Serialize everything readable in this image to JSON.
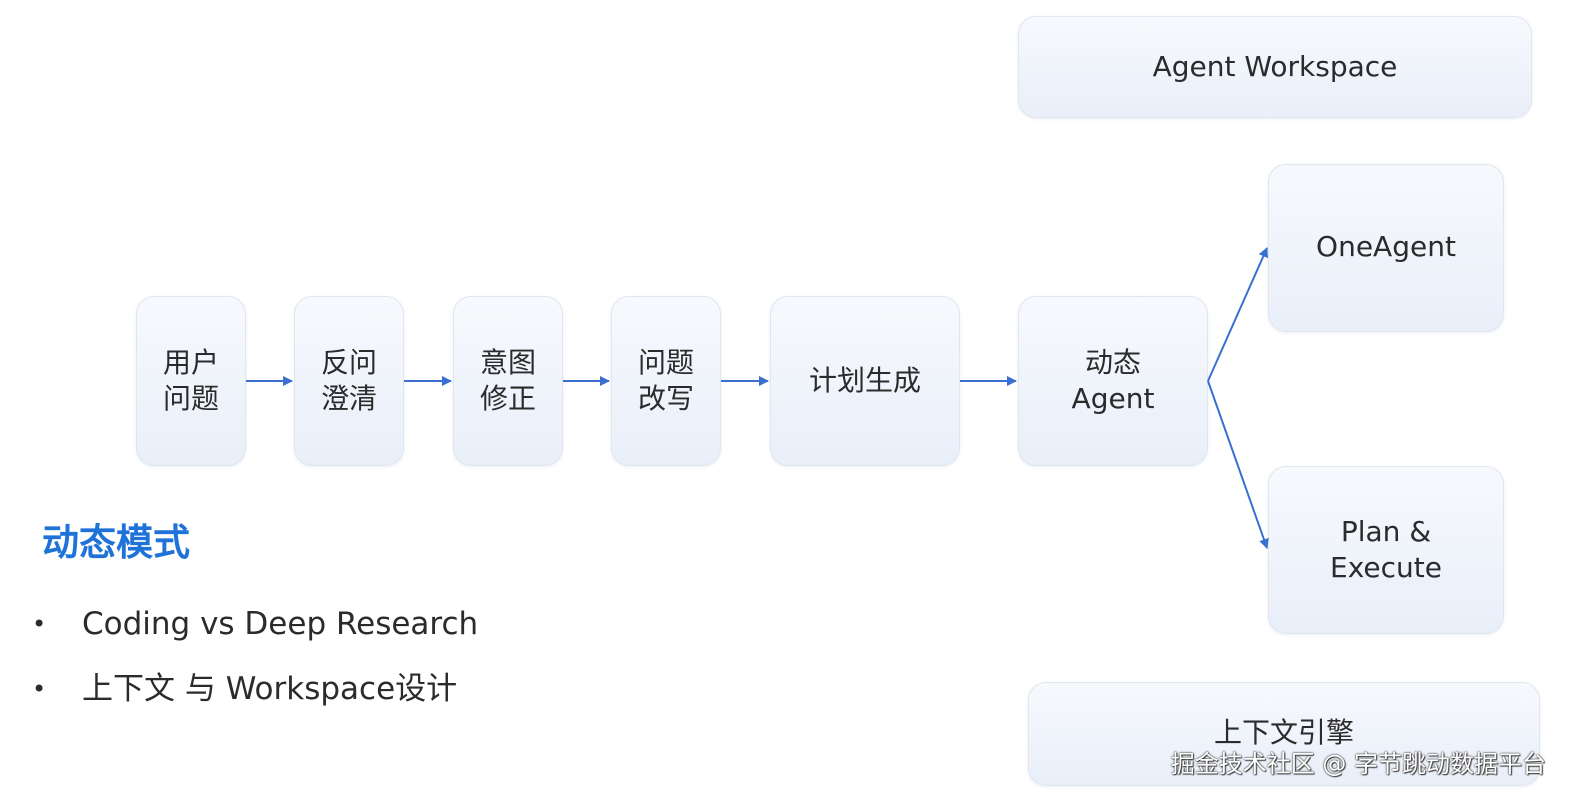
{
  "workspace_box": {
    "label": "Agent Workspace"
  },
  "pipeline": [
    {
      "line1": "用户",
      "line2": "问题"
    },
    {
      "line1": "反问",
      "line2": "澄清"
    },
    {
      "line1": "意图",
      "line2": "修正"
    },
    {
      "line1": "问题",
      "line2": "改写"
    },
    {
      "line1": "计划生成",
      "line2": ""
    },
    {
      "line1": "动态",
      "line2": "Agent"
    }
  ],
  "branches": [
    {
      "line1": "OneAgent",
      "line2": ""
    },
    {
      "line1": "Plan &",
      "line2": "Execute"
    }
  ],
  "context_engine_box": {
    "label": "上下文引擎"
  },
  "section": {
    "title": "动态模式",
    "bullet_symbol": "•",
    "bullets": [
      "Coding vs Deep Research",
      "上下文 与 Workspace设计"
    ]
  },
  "watermark": "掘金技术社区 @ 字节跳动数据平台",
  "colors": {
    "accent_title": "#1e72d8",
    "arrow": "#3a6fd0",
    "box_border": "#dfe6f1"
  }
}
